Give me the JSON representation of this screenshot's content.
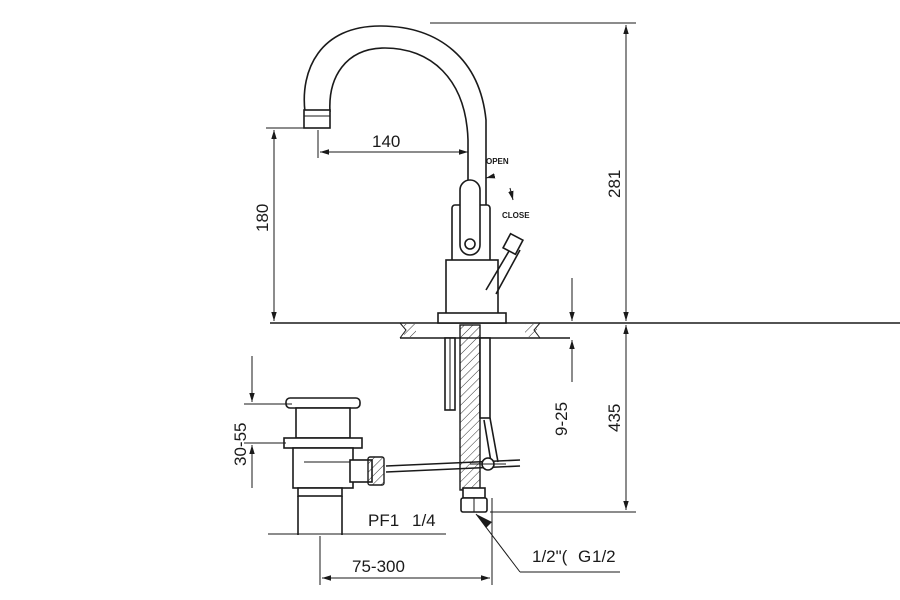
{
  "dimensions": {
    "spout_reach": "140",
    "spout_height": "180",
    "total_height": "281",
    "deck_thickness": "9-25",
    "below_deck_length": "435",
    "waste_range": "30-55",
    "rod_range": "75-300"
  },
  "labels": {
    "open": "OPEN",
    "close": "CLOSE",
    "thread_pf": "PF1",
    "thread_pf_frac": "1/4",
    "connector_a": "1/2\"(",
    "connector_g": "G",
    "connector_b": "1/2"
  }
}
